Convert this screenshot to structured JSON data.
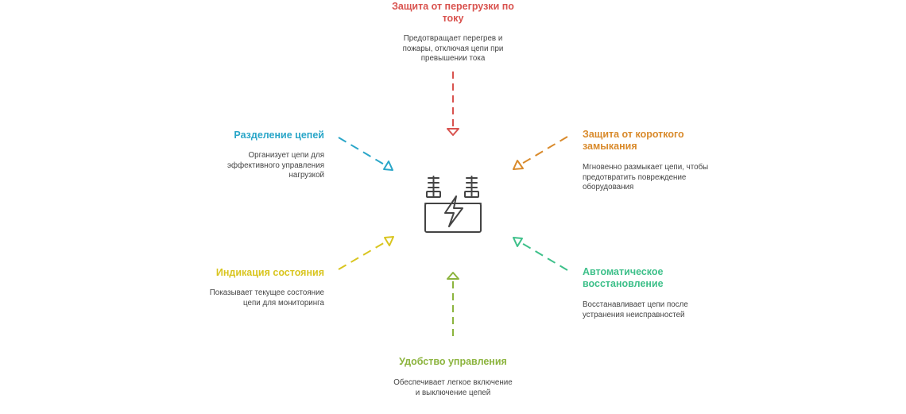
{
  "colors": {
    "red": "#d9534f",
    "orange": "#d98a2b",
    "blue": "#2aa6c8",
    "yellow": "#d9c51f",
    "green": "#3ec08a",
    "lime": "#8cb43e",
    "icon": "#444444"
  },
  "center_icon": "electrical-panel-lightning-icon",
  "blocks": {
    "top": {
      "title": "Защита от перегрузки по току",
      "desc": "Предотвращает перегрев и пожары, отключая цепи при превышении тока"
    },
    "right_top": {
      "title": "Защита от короткого замыкания",
      "desc": "Мгновенно размыкает цепи, чтобы предотвратить повреждение оборудования"
    },
    "right_bottom": {
      "title": "Автоматическое восстановление",
      "desc": "Восстанавливает цепи после устранения неисправностей"
    },
    "bottom": {
      "title": "Удобство управления",
      "desc": "Обеспечивает легкое включение и выключение цепей"
    },
    "left_bottom": {
      "title": "Индикация состояния",
      "desc": "Показывает текущее состояние цепи для мониторинга"
    },
    "left_top": {
      "title": "Разделение цепей",
      "desc": "Организует цепи для эффективного управления нагрузкой"
    }
  }
}
